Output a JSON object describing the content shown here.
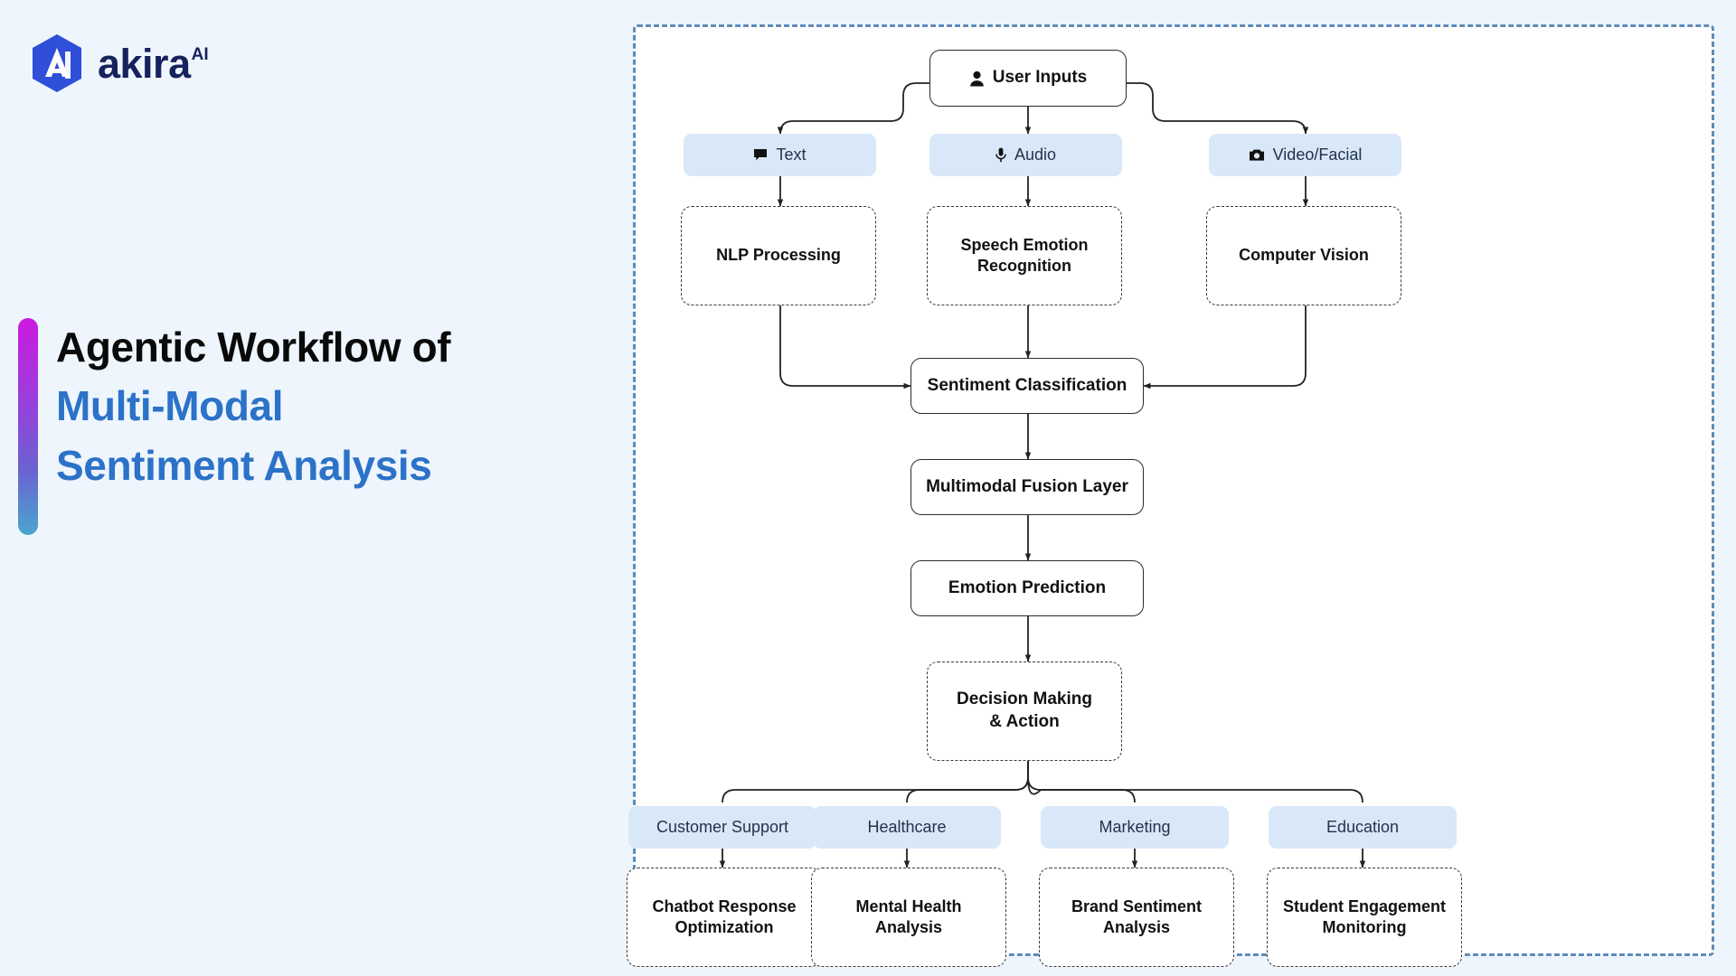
{
  "brand": {
    "word": "akira",
    "superscript": "AI",
    "logo_icon": "akira-hexagon-logo"
  },
  "headline": {
    "line1": "Agentic Workflow of",
    "line2": "Multi-Modal",
    "line3": "Sentiment Analysis",
    "line1_color": "#0a0a0a",
    "accent_color": "#2b72c8",
    "accent_bar_from": "#cc19e0",
    "accent_bar_to": "#4aa6cf"
  },
  "theme": {
    "page_background": "#eef5fc",
    "frame_border": "#5c8cba",
    "canvas_background": "#ffffff",
    "pill_background": "#d8e8f8",
    "pill_text": "#23334a",
    "node_border": "#2b2b2b",
    "node_text": "#121212",
    "wire_color": "#222222"
  },
  "diagram": {
    "title": "Agentic Workflow of Multi-Modal Sentiment Analysis",
    "root": {
      "label": "User Inputs",
      "icon": "user-icon",
      "style": "solid"
    },
    "modalities": [
      {
        "label": "Text",
        "icon": "speech-bubble-icon",
        "style": "pill"
      },
      {
        "label": "Audio",
        "icon": "microphone-icon",
        "style": "pill"
      },
      {
        "label": "Video/Facial",
        "icon": "camera-icon",
        "style": "pill"
      }
    ],
    "processors": [
      {
        "label": "NLP Processing",
        "style": "dashed"
      },
      {
        "label": "Speech Emotion Recognition",
        "line1": "Speech Emotion",
        "line2": "Recognition",
        "style": "dashed"
      },
      {
        "label": "Computer Vision",
        "style": "dashed"
      }
    ],
    "pipeline": [
      {
        "label": "Sentiment Classification",
        "style": "solid"
      },
      {
        "label": "Multimodal Fusion Layer",
        "style": "solid"
      },
      {
        "label": "Emotion Prediction",
        "style": "solid"
      },
      {
        "label": "Decision Making & Action",
        "line1": "Decision Making",
        "line2": "& Action",
        "style": "dashed"
      }
    ],
    "domains": [
      {
        "label": "Customer Support",
        "style": "pill"
      },
      {
        "label": "Healthcare",
        "style": "pill"
      },
      {
        "label": "Marketing",
        "style": "pill"
      },
      {
        "label": "Education",
        "style": "pill"
      }
    ],
    "outcomes": [
      {
        "label": "Chatbot Response Optimization",
        "line1": "Chatbot Response",
        "line2": "Optimization",
        "style": "dashed"
      },
      {
        "label": "Mental Health Analysis",
        "line1": "Mental Health",
        "line2": "Analysis",
        "style": "dashed"
      },
      {
        "label": "Brand Sentiment Analysis",
        "line1": "Brand Sentiment",
        "line2": "Analysis",
        "style": "dashed"
      },
      {
        "label": "Student Engagement Monitoring",
        "line1": "Student Engagement",
        "line2": "Monitoring",
        "style": "dashed"
      }
    ]
  }
}
